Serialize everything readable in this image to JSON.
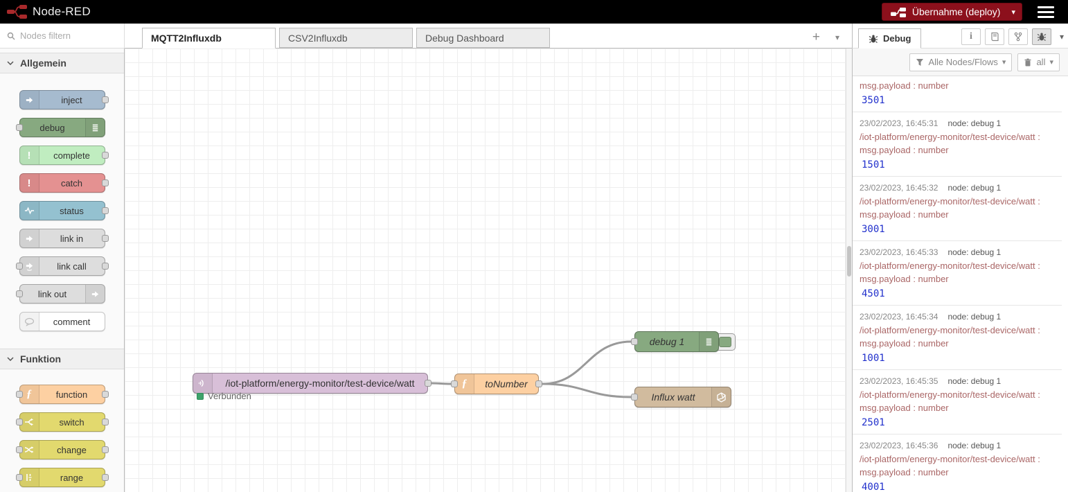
{
  "header": {
    "app_name": "Node-RED",
    "deploy_label": "Übernahme (deploy)"
  },
  "palette": {
    "filter_placeholder": "Nodes filtern",
    "sections": [
      {
        "label": "Allgemein",
        "nodes": [
          {
            "label": "inject",
            "color": "#a6bbcf",
            "icon": "inject-arrow-icon",
            "ports": "right"
          },
          {
            "label": "debug",
            "color": "#87a980",
            "icon": "list-lines-icon",
            "ports": "left"
          },
          {
            "label": "complete",
            "color": "#c0edc0",
            "icon": "exclamation-icon",
            "ports": "right"
          },
          {
            "label": "catch",
            "color": "#e49191",
            "icon": "exclamation-icon",
            "ports": "right"
          },
          {
            "label": "status",
            "color": "#94c1d0",
            "icon": "waveform-icon",
            "ports": "right"
          },
          {
            "label": "link in",
            "color": "#dddddd",
            "icon": "link-arrow-icon",
            "ports": "right"
          },
          {
            "label": "link call",
            "color": "#dddddd",
            "icon": "link-call-icon",
            "ports": "both"
          },
          {
            "label": "link out",
            "color": "#dddddd",
            "icon": "link-arrow-icon",
            "ports": "left"
          },
          {
            "label": "comment",
            "color": "#ffffff",
            "icon": "speech-bubble-icon",
            "ports": "none"
          }
        ]
      },
      {
        "label": "Funktion",
        "nodes": [
          {
            "label": "function",
            "color": "#fdd0a2",
            "icon": "function-f-icon",
            "ports": "both"
          },
          {
            "label": "switch",
            "color": "#e2d96e",
            "icon": "switch-icon",
            "ports": "both"
          },
          {
            "label": "change",
            "color": "#e2d96e",
            "icon": "change-icon",
            "ports": "both"
          },
          {
            "label": "range",
            "color": "#e2d96e",
            "icon": "range-icon",
            "ports": "both"
          }
        ]
      }
    ]
  },
  "workspace": {
    "tabs": [
      {
        "label": "MQTT2Influxdb",
        "active": true
      },
      {
        "label": "CSV2Influxdb",
        "active": false
      },
      {
        "label": "Debug Dashboard",
        "active": false
      }
    ],
    "flow": {
      "mqtt_node": {
        "label": "/iot-platform/energy-monitor/test-device/watt",
        "status": "Verbunden",
        "color": "#d8bfd8"
      },
      "function_node": {
        "label": "toNumber",
        "color": "#fdd0a2"
      },
      "debug_node": {
        "label": "debug 1",
        "color": "#87a980"
      },
      "influx_node": {
        "label": "Influx watt",
        "color": "#d1bb9e"
      }
    }
  },
  "debug_panel": {
    "tab_label": "Debug",
    "filter_label": "Alle Nodes/Flows",
    "clear_label": "all",
    "messages": [
      {
        "partial": true,
        "property": "msg.payload : number",
        "payload": "3501"
      },
      {
        "timestamp": "23/02/2023, 16:45:31",
        "node": "node: debug 1",
        "topic": "/iot-platform/energy-monitor/test-device/watt :",
        "property": "msg.payload : number",
        "payload": "1501"
      },
      {
        "timestamp": "23/02/2023, 16:45:32",
        "node": "node: debug 1",
        "topic": "/iot-platform/energy-monitor/test-device/watt :",
        "property": "msg.payload : number",
        "payload": "3001"
      },
      {
        "timestamp": "23/02/2023, 16:45:33",
        "node": "node: debug 1",
        "topic": "/iot-platform/energy-monitor/test-device/watt :",
        "property": "msg.payload : number",
        "payload": "4501"
      },
      {
        "timestamp": "23/02/2023, 16:45:34",
        "node": "node: debug 1",
        "topic": "/iot-platform/energy-monitor/test-device/watt :",
        "property": "msg.payload : number",
        "payload": "1001"
      },
      {
        "timestamp": "23/02/2023, 16:45:35",
        "node": "node: debug 1",
        "topic": "/iot-platform/energy-monitor/test-device/watt :",
        "property": "msg.payload : number",
        "payload": "2501"
      },
      {
        "timestamp": "23/02/2023, 16:45:36",
        "node": "node: debug 1",
        "topic": "/iot-platform/energy-monitor/test-device/watt :",
        "property": "msg.payload : number",
        "payload": "4001"
      }
    ]
  },
  "glyphs": {
    "caret_down": "▾",
    "plus": "+",
    "info": "i"
  },
  "colors": {
    "deploy_red": "#8C101C",
    "header_black": "#000000",
    "wire_gray": "#999999",
    "debug_value_blue": "#2130cc",
    "debug_topic_red": "#aa6666",
    "status_green": "#3ea36b"
  }
}
